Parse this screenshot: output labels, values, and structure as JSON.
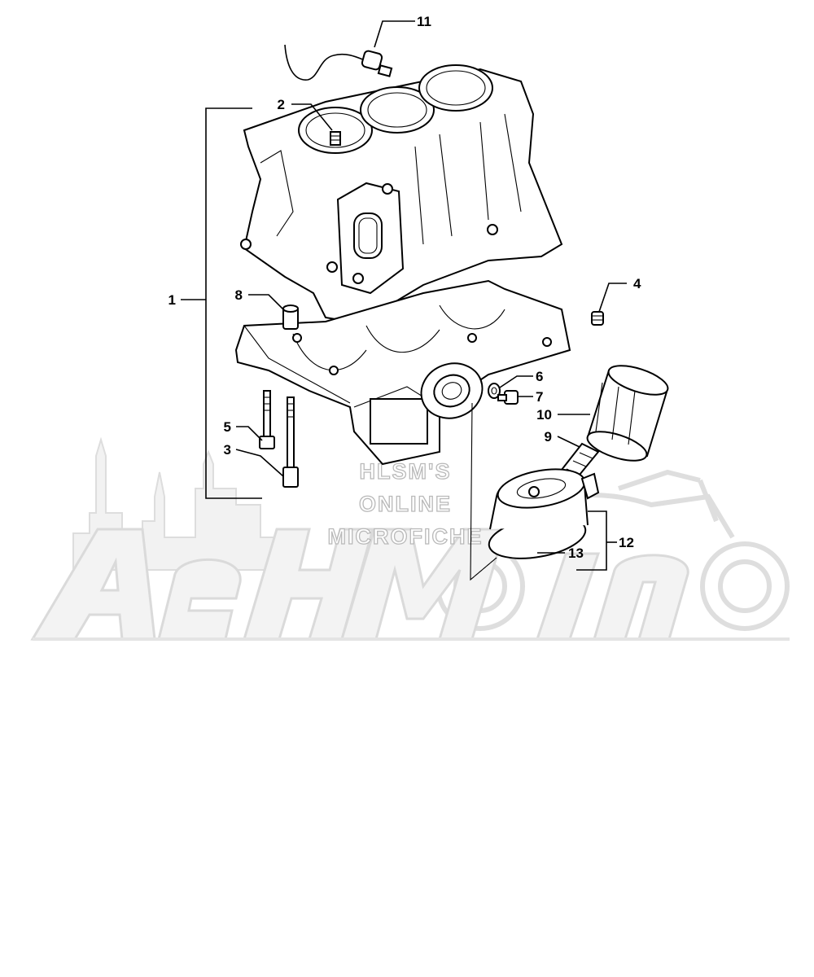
{
  "diagram": {
    "callouts": [
      {
        "id": "c1",
        "label": "1"
      },
      {
        "id": "c2",
        "label": "2"
      },
      {
        "id": "c3",
        "label": "3"
      },
      {
        "id": "c4",
        "label": "4"
      },
      {
        "id": "c5",
        "label": "5"
      },
      {
        "id": "c6",
        "label": "6"
      },
      {
        "id": "c7",
        "label": "7"
      },
      {
        "id": "c8",
        "label": "8"
      },
      {
        "id": "c9",
        "label": "9"
      },
      {
        "id": "c10",
        "label": "10"
      },
      {
        "id": "c11",
        "label": "11"
      },
      {
        "id": "c12",
        "label": "12"
      },
      {
        "id": "c13",
        "label": "13"
      }
    ]
  },
  "watermark": {
    "line1": "HLSM'S",
    "line2": "ONLINE",
    "line3": "MICROFICHE",
    "brand": "AEHMOTO"
  },
  "colors": {
    "ink": "#000000",
    "watermark_fill": "#f3f3f3",
    "watermark_stroke": "#d9d9d9"
  }
}
